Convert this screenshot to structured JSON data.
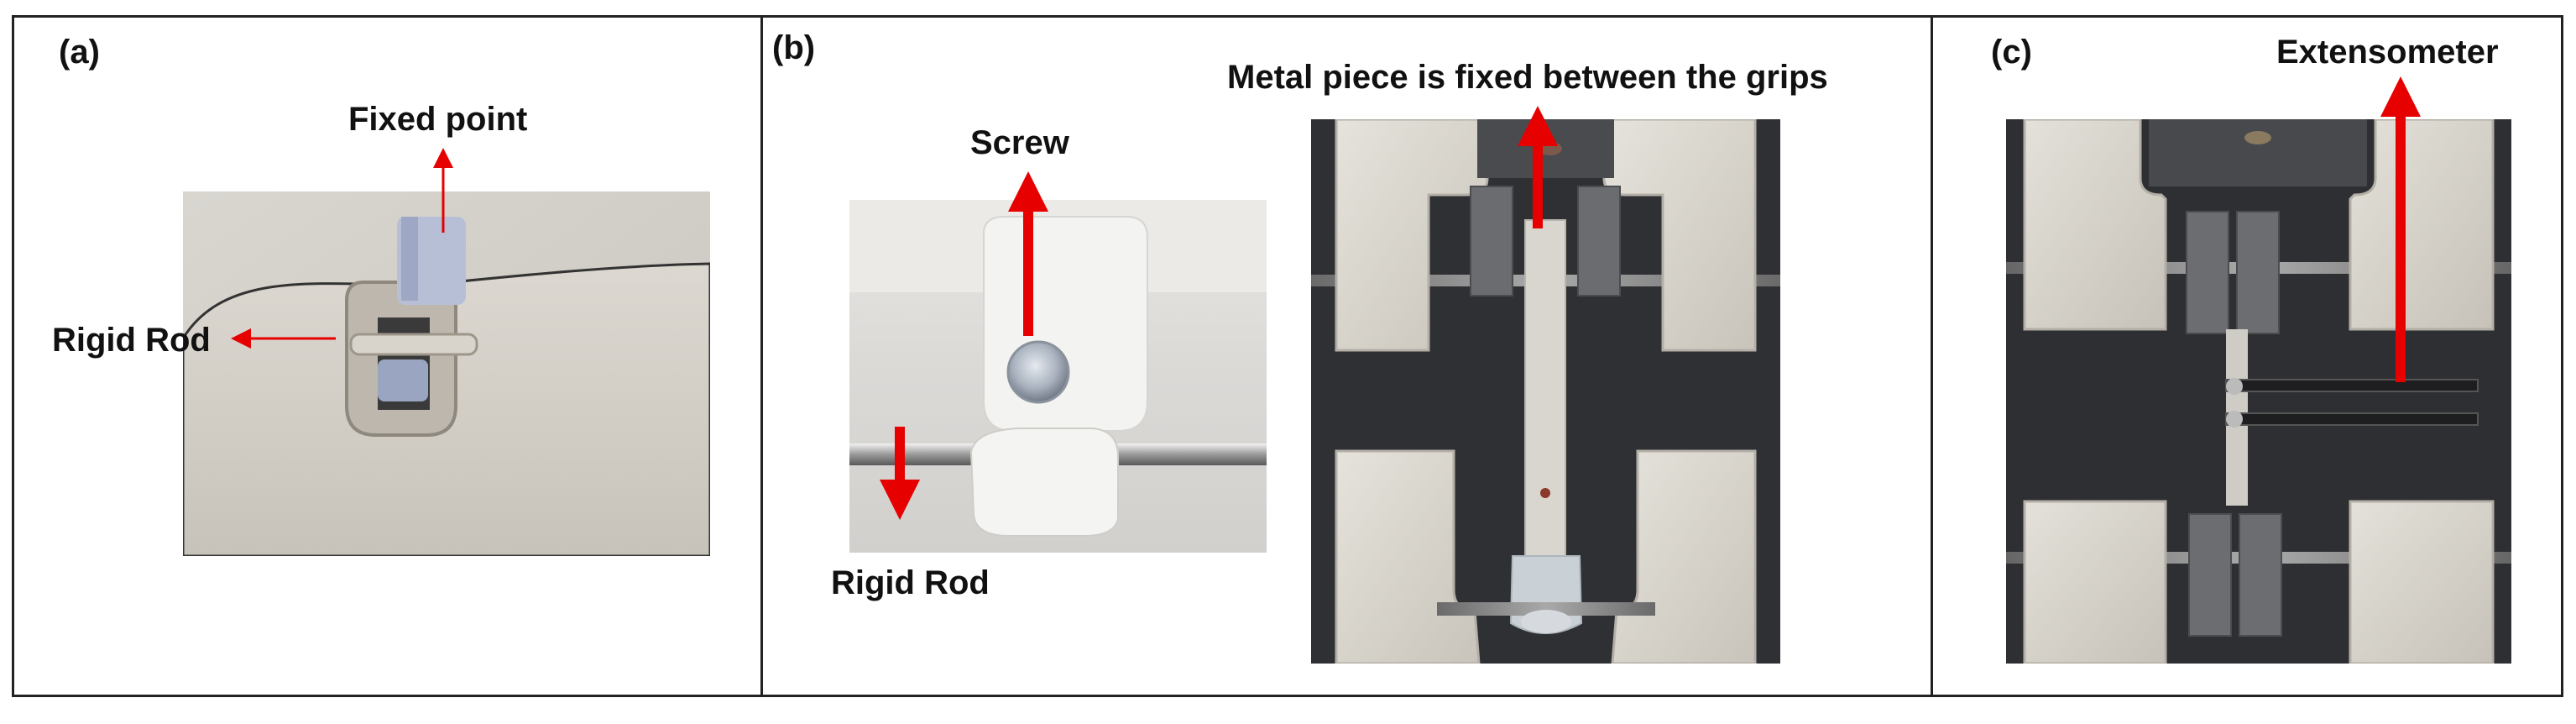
{
  "figure": {
    "panels": [
      {
        "tag": "(a)",
        "labels": {
          "fixed_point": "Fixed point",
          "rigid_rod": "Rigid Rod"
        }
      },
      {
        "tag": "(b)",
        "labels": {
          "screw": "Screw",
          "rigid_rod": "Rigid Rod",
          "metal_piece": "Metal piece is fixed between the grips"
        }
      },
      {
        "tag": "(c)",
        "labels": {
          "extensometer": "Extensometer"
        }
      }
    ],
    "colors": {
      "arrow": "#e60000",
      "border": "#222222"
    }
  }
}
